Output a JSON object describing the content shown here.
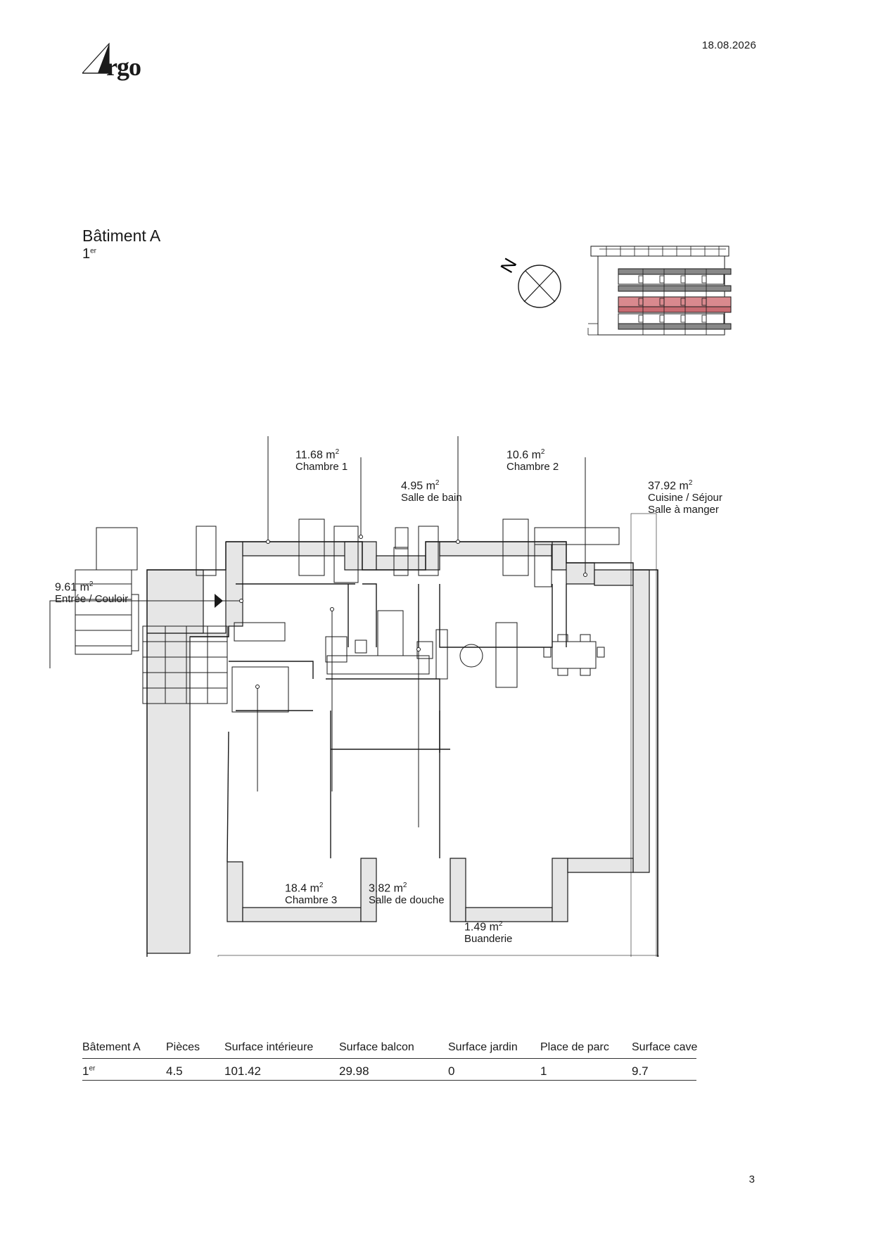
{
  "header": {
    "date": "18.08.2026",
    "logo_text": "rgo"
  },
  "building": {
    "title": "Bâtiment A",
    "floor_num": "1",
    "floor_sup": "er"
  },
  "compass": {
    "label": "N"
  },
  "rooms": [
    {
      "id": "entree",
      "area": "9.61 m",
      "sup": "2",
      "name": "Entrée / Couloir"
    },
    {
      "id": "chambre1",
      "area": "11.68 m",
      "sup": "2",
      "name": "Chambre 1"
    },
    {
      "id": "sdb",
      "area": "4.95 m",
      "sup": "2",
      "name": "Salle de bain"
    },
    {
      "id": "chambre2",
      "area": "10.6 m",
      "sup": "2",
      "name": "Chambre 2"
    },
    {
      "id": "sejour",
      "area": "37.92 m",
      "sup": "2",
      "name": "Cuisine / Séjour",
      "name2": "Salle à manger"
    },
    {
      "id": "chambre3",
      "area": "18.4 m",
      "sup": "2",
      "name": "Chambre 3"
    },
    {
      "id": "douche",
      "area": "3.82 m",
      "sup": "2",
      "name": "Salle de douche"
    },
    {
      "id": "buanderie",
      "area": "1.49 m",
      "sup": "2",
      "name": "Buanderie"
    }
  ],
  "table": {
    "headers": [
      "Bâtement A",
      "Pièces",
      "Surface intérieure",
      "Surface balcon",
      "Surface jardin",
      "Place de parc",
      "Surface cave"
    ],
    "row": {
      "floor_num": "1",
      "floor_sup": "er",
      "pieces": "4.5",
      "interieure": "101.42",
      "balcon": "29.98",
      "jardin": "0",
      "parc": "1",
      "cave": "9.7"
    }
  },
  "footer": {
    "page_number": "3"
  },
  "colors": {
    "highlight_floor": "#d9898e",
    "wall": "#e6e6e6",
    "ink": "#1a1a1a"
  }
}
